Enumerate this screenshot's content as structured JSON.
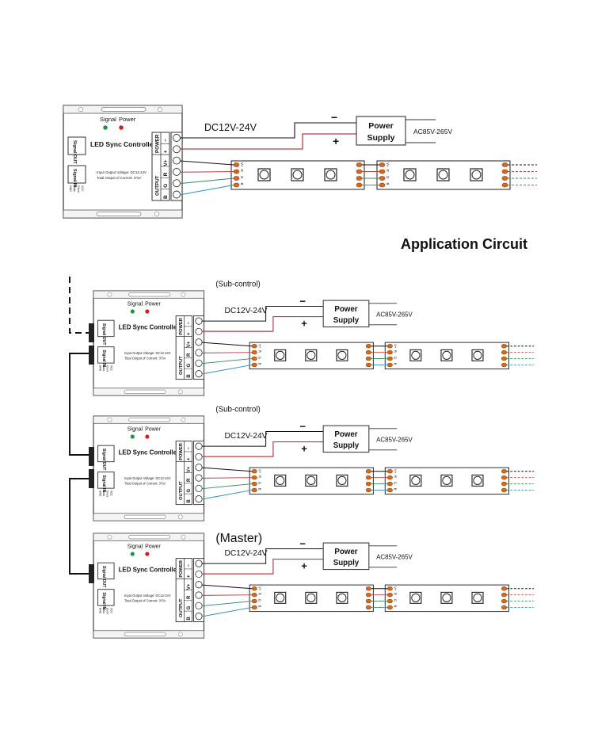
{
  "title": "Application Circuit",
  "colors": {
    "wire_black": "#111111",
    "wire_red": "#b0413e",
    "wire_green": "#2e8b57",
    "wire_blue": "#2a8fb5",
    "led_signal": "#1a9a3a",
    "led_power": "#d42020",
    "pad": "#d2691e",
    "pad_stroke": "#7a3a10"
  },
  "controller": {
    "name": "LED Sync Controller",
    "led_signal_label": "Signal",
    "led_power_label": "Power",
    "signal_out_label": "Signal OUT",
    "signal_in_label": "Signal IN",
    "spec_line1": "Input Output Voltage: DC12-24V",
    "spec_line2": "Total Output of Current: 3*3A",
    "power_group_label": "POWER",
    "output_group_label": "OUTPUT",
    "terminals": [
      "−",
      "+",
      "V+",
      "R",
      "G",
      "B"
    ],
    "pin_labels": [
      "GND",
      "Data",
      "Clock",
      "VCC"
    ]
  },
  "power_supply": {
    "line1": "Power",
    "line2": "Supply",
    "input_label": "AC85V-265V",
    "minus": "−",
    "plus": "+"
  },
  "dc_label": "DC12V-24V",
  "strip": {
    "pad_labels": [
      "V+",
      "R",
      "G",
      "B"
    ],
    "leds_per_segment": 3,
    "segments": 2
  },
  "units": [
    {
      "id": "standalone",
      "role_label": ""
    },
    {
      "id": "sub-control-1",
      "role_label": "(Sub-control)"
    },
    {
      "id": "sub-control-2",
      "role_label": "(Sub-control)"
    },
    {
      "id": "master",
      "role_label": "(Master)"
    }
  ]
}
